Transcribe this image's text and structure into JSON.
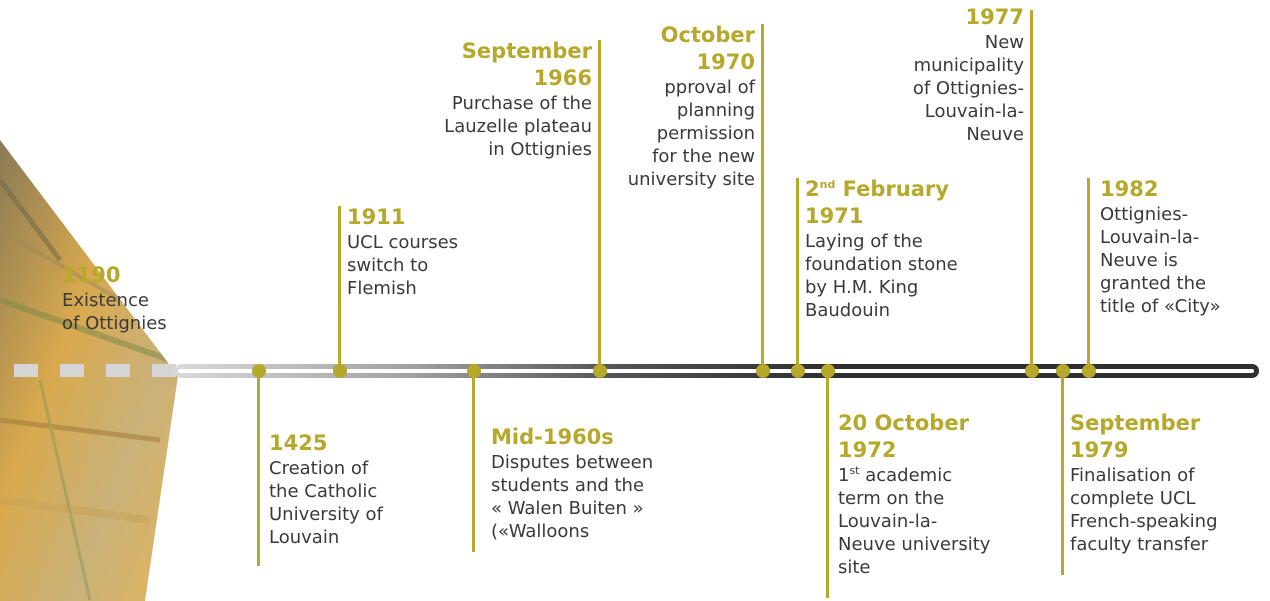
{
  "events": {
    "e1190": {
      "date": "1190",
      "desc": "Existence\nof Ottignies"
    },
    "e1425": {
      "date": "1425",
      "desc": "Creation of\nthe Catholic\nUniversity of\nLouvain"
    },
    "e1911": {
      "date": "1911",
      "desc": "UCL courses\nswitch to\nFlemish"
    },
    "e1960s": {
      "date": "Mid-1960s",
      "desc": "Disputes between\nstudents and the\n« Walen Buiten »\n(«Walloons"
    },
    "e1966": {
      "date": "September\n1966",
      "desc": "Purchase of the\nLauzelle plateau\nin Ottignies"
    },
    "e1970": {
      "date": "October\n1970",
      "desc": "pproval of\nplanning\npermission\nfor the new\nuniversity site"
    },
    "e1971": {
      "date_pre": "2",
      "date_sup": "nd",
      "date_post": " February",
      "date_year": "1971",
      "desc": "Laying of the\nfoundation stone\nby H.M. King\nBaudouin"
    },
    "e1972": {
      "date": "20 October\n1972",
      "desc_pre": "1",
      "desc_sup": "st",
      "desc_post": " academic\nterm on the\nLouvain-la-\nNeuve university\nsite"
    },
    "e1977": {
      "date": "1977",
      "desc": "New\nmunicipality\nof Ottignies-\nLouvain-la-\nNeuve"
    },
    "e1979": {
      "date": "September\n1979",
      "desc": "Finalisation of\ncomplete UCL\nFrench-speaking\nfaculty transfer"
    },
    "e1982": {
      "date": "1982",
      "desc": "Ottignies-\nLouvain-la-\nNeuve is\ngranted the\ntitle of «City»"
    }
  },
  "colors": {
    "accent": "#b5a82a",
    "text": "#3a3a3a",
    "track": "#2f2f2f"
  }
}
